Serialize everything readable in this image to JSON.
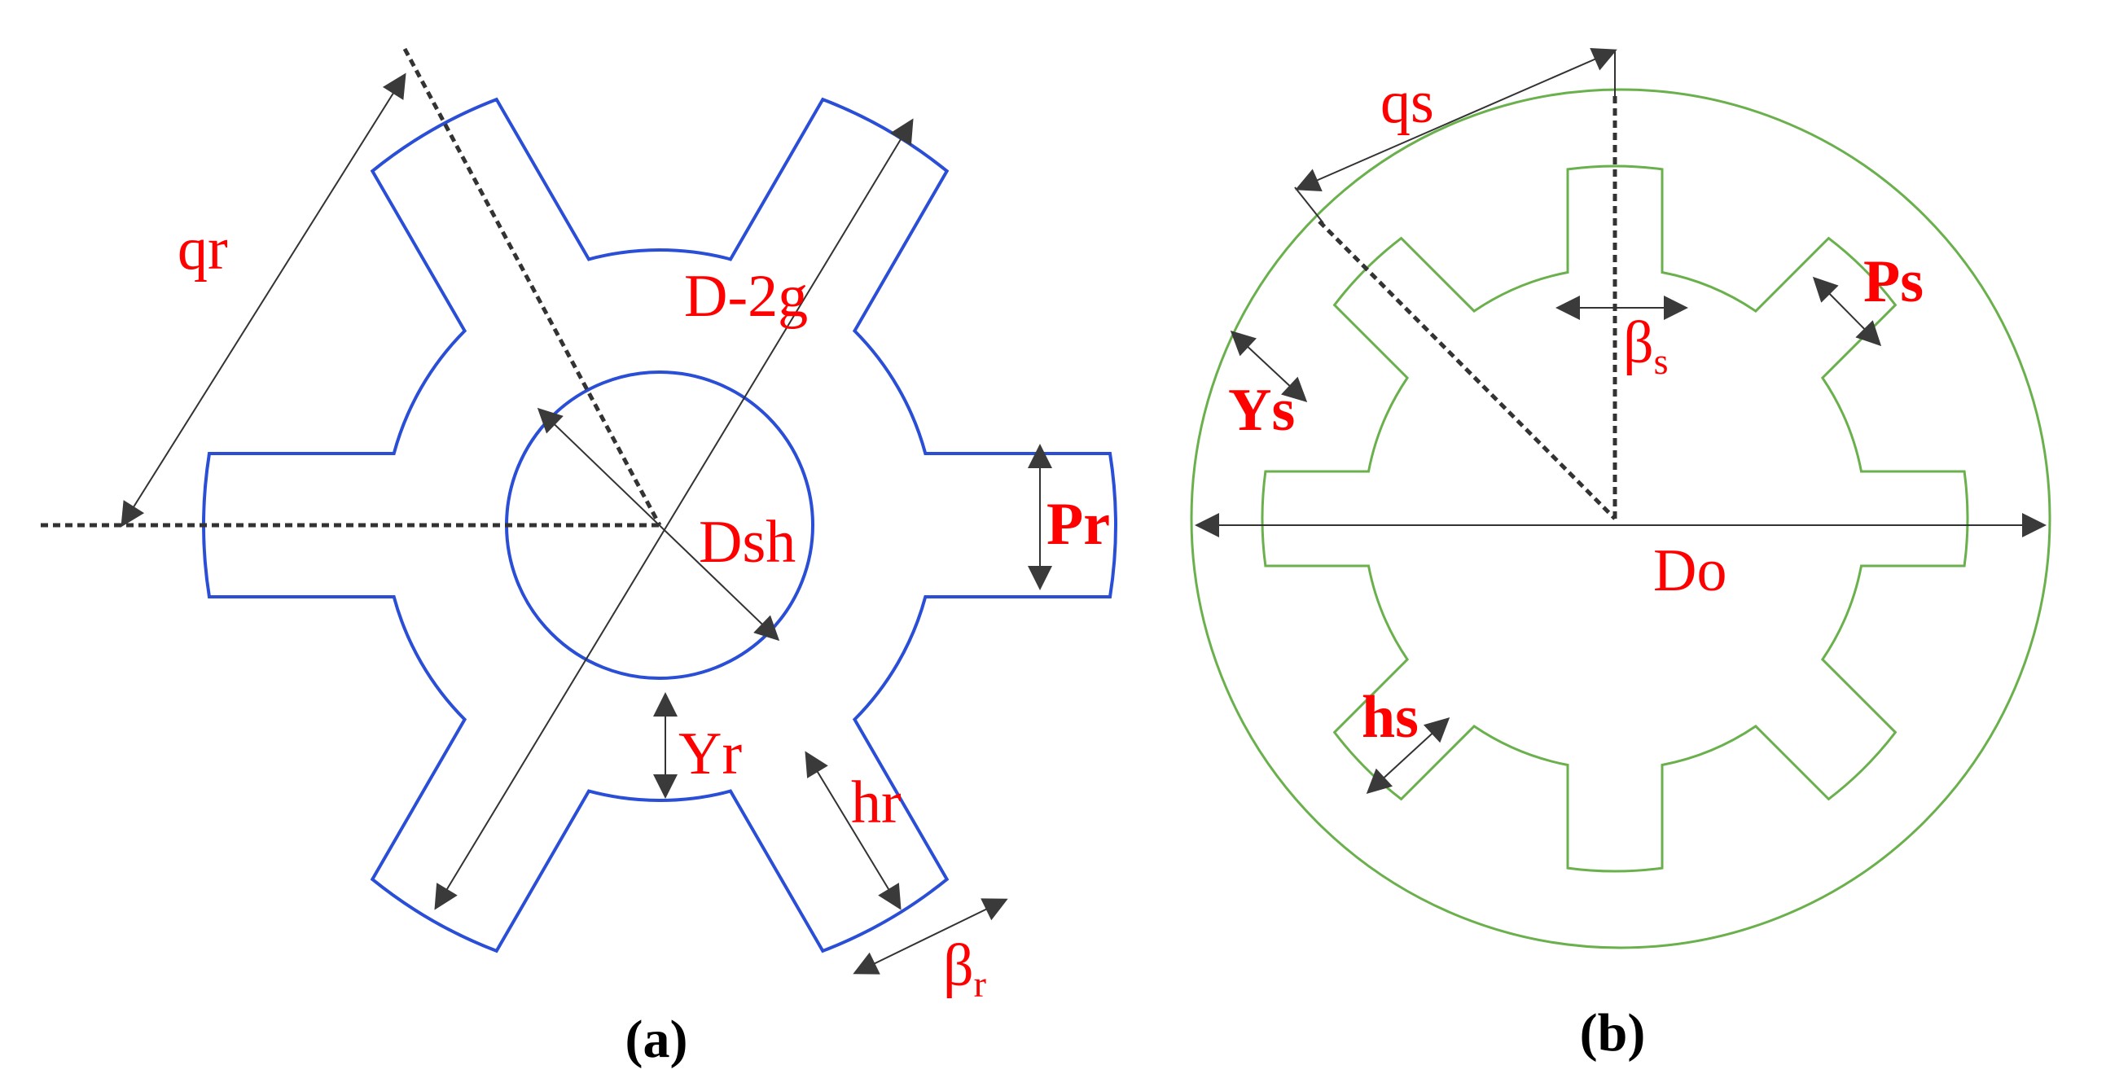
{
  "figure": {
    "rotor": {
      "caption": "(a)",
      "stroke_color": "#2a4fd6",
      "labels": {
        "qr": "qr",
        "d_2g": "D-2g",
        "dsh": "Dsh",
        "pr": "Pr",
        "yr": "Yr",
        "hr": "hr",
        "beta_r": "β",
        "beta_r_sub": "r"
      }
    },
    "stator": {
      "caption": "(b)",
      "stroke_color": "#6ab04c",
      "labels": {
        "qs": "qs",
        "beta_s": "β",
        "beta_s_sub": "s",
        "ps": "Ps",
        "ys": "Ys",
        "do": "Do",
        "hs": "hs"
      }
    },
    "label_color": "#ff0000",
    "arrow_color": "#3a3a3a"
  }
}
